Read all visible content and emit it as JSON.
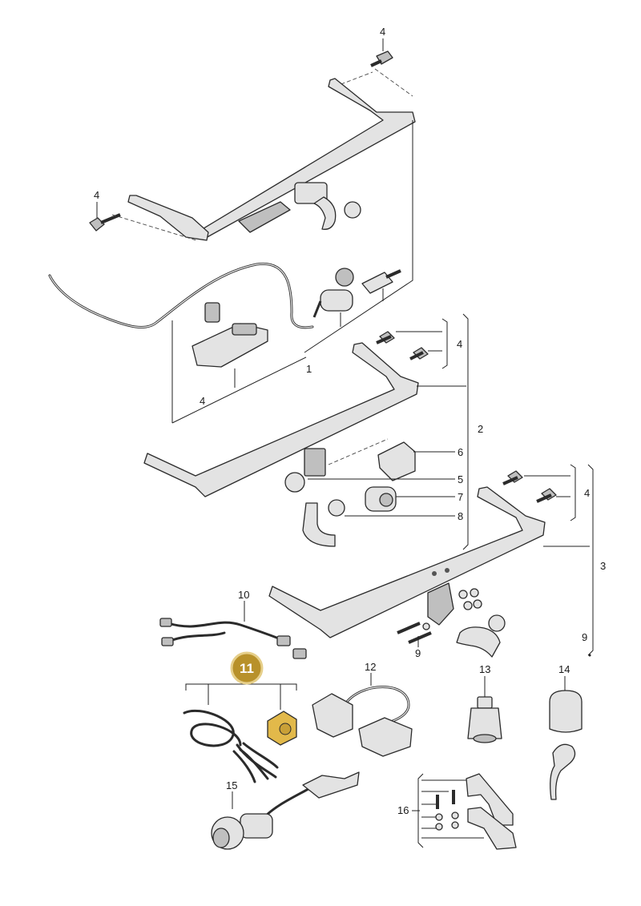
{
  "callouts": {
    "c1": "1",
    "c2": "2",
    "c3": "3",
    "c4a": "4",
    "c4b": "4",
    "c4c": "4",
    "c4d": "4",
    "c4e": "4",
    "c5": "5",
    "c6": "6",
    "c7": "7",
    "c8": "8",
    "c9a": "9",
    "c9b": "9",
    "c10": "10",
    "c11": "11",
    "c12": "12",
    "c13": "13",
    "c14": "14",
    "c15": "15",
    "c16": "16"
  },
  "colors": {
    "highlight_fill": "#b8912a",
    "highlight_ring": "#e6cf8a",
    "highlight_part": "#e2b94a",
    "line": "#222222"
  }
}
